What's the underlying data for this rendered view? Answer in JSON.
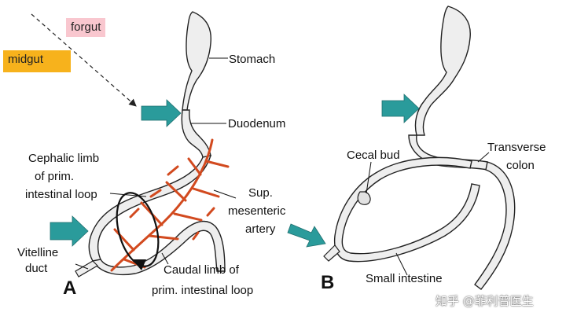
{
  "tags": {
    "forgut": "forgut",
    "midgut": "midgut"
  },
  "labels": {
    "stomach": "Stomach",
    "duodenum": "Duodenum",
    "cephalic_limb_1": "Cephalic limb",
    "cephalic_limb_2": "of prim.",
    "cephalic_limb_3": "intestinal loop",
    "sup_mesenteric_1": "Sup.",
    "sup_mesenteric_2": "mesenteric",
    "sup_mesenteric_3": "artery",
    "vitelline_1": "Vitelline",
    "vitelline_2": "duct",
    "caudal_limb_1": "Caudal limb of",
    "caudal_limb_2": "prim. intestinal loop",
    "cecal_bud": "Cecal bud",
    "transverse_1": "Transverse",
    "transverse_2": "colon",
    "small_intestine": "Small intestine"
  },
  "panels": {
    "a": "A",
    "b": "B"
  },
  "watermark": "知乎 @菲利普医生",
  "colors": {
    "forgut_bg": "#f9c7cf",
    "midgut_bg": "#f7b21c",
    "arrow": "#2a9b9b",
    "artery": "#d24a1f",
    "gut_fill": "#eeeeee",
    "gut_stroke": "#222222"
  }
}
